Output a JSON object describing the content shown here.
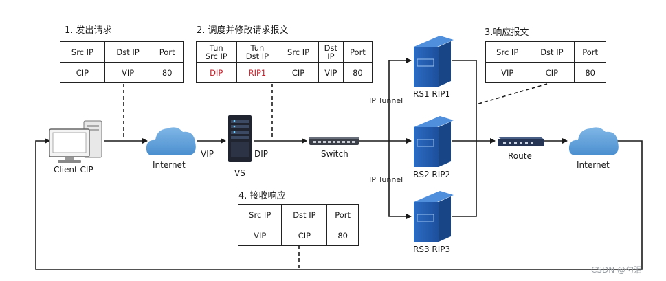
{
  "colors": {
    "line": "#1a1a1a",
    "server_blue": "#2a63b8",
    "cloud_blue": "#5a9fd6",
    "red_text": "#c0202a"
  },
  "steps": {
    "send_request": "1. 发出请求",
    "schedule_modify": "2. 调度并修改请求报文",
    "response": "3.响应报文",
    "receive_response": "4. 接收响应"
  },
  "table1": {
    "headers": [
      "Src IP",
      "Dst IP",
      "Port"
    ],
    "row": [
      "CIP",
      "VIP",
      "80"
    ]
  },
  "table2": {
    "headers": [
      {
        "l1": "Tun",
        "l2": "Src IP"
      },
      {
        "l1": "Tun",
        "l2": "Dst IP"
      },
      {
        "l1": "Src IP",
        "l2": ""
      },
      {
        "l1": "Dst",
        "l2": "IP"
      },
      {
        "l1": "Port",
        "l2": ""
      }
    ],
    "row": [
      "DIP",
      "RIP1",
      "CIP",
      "VIP",
      "80"
    ]
  },
  "table3": {
    "headers": [
      "Src IP",
      "Dst IP",
      "Port"
    ],
    "row": [
      "VIP",
      "CIP",
      "80"
    ]
  },
  "table4": {
    "headers": [
      "Src IP",
      "Dst IP",
      "Port"
    ],
    "row": [
      "VIP",
      "CIP",
      "80"
    ]
  },
  "nodes": {
    "client": "Client CIP",
    "internet_left": "Internet",
    "vip": "VIP",
    "dip": "DIP",
    "vs": "VS",
    "switch": "Switch",
    "rs1": "RS1 RIP1",
    "rs2": "RS2 RIP2",
    "rs3": "RS3 RIP3",
    "route": "Route",
    "internet_right": "Internet"
  },
  "tunnel_labels": [
    "IP Tunnel",
    "IP Tunnel"
  ],
  "watermark": "CSDN @勺泪"
}
